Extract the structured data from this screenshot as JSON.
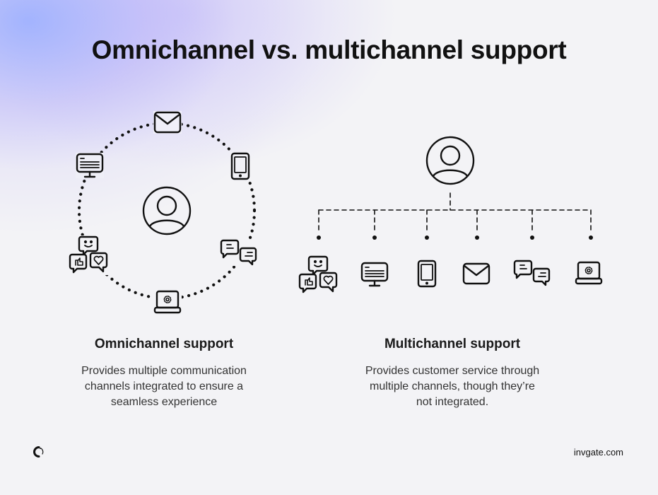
{
  "title": "Omnichannel vs. multichannel support",
  "omnichannel": {
    "heading": "Omnichannel support",
    "description_lines": [
      "Provides multiple communication",
      "channels integrated to ensure a",
      "seamless experience"
    ],
    "center_icon": "user-avatar-icon",
    "channels": [
      "email-icon",
      "tablet-icon",
      "chat-bubbles-icon",
      "laptop-settings-icon",
      "social-reactions-icon",
      "monitor-icon"
    ]
  },
  "multichannel": {
    "heading": "Multichannel support",
    "description_lines": [
      "Provides customer service through",
      "multiple channels, though they’re",
      "not integrated."
    ],
    "top_icon": "user-avatar-icon",
    "channels": [
      "social-reactions-icon",
      "monitor-icon",
      "tablet-icon",
      "email-icon",
      "chat-bubbles-icon",
      "laptop-settings-icon"
    ]
  },
  "footer": {
    "url": "invgate.com",
    "logo": "invgate-logo-icon"
  },
  "colors": {
    "ink": "#111111",
    "background": "#f3f3f6",
    "gradient_blue": "#9fb0ff",
    "gradient_violet": "#c4bdfa"
  }
}
